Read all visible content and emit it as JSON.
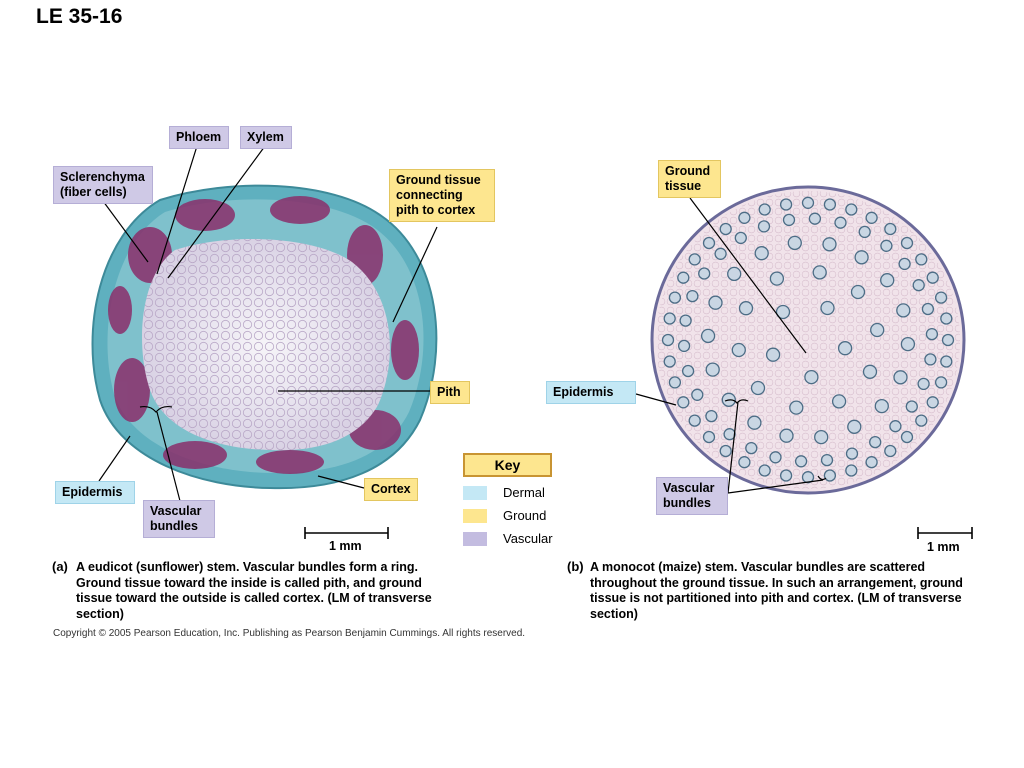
{
  "figure_title": "LE 35-16",
  "eudicot": {
    "labels": {
      "phloem": "Phloem",
      "xylem": "Xylem",
      "sclerenchyma": "Sclerenchyma (fiber cells)",
      "ground_tissue": "Ground tissue connecting pith to cortex",
      "pith": "Pith",
      "epidermis": "Epidermis",
      "vascular_bundles": "Vascular bundles",
      "cortex": "Cortex"
    },
    "scale": "1 mm",
    "caption_tag": "(a)",
    "caption": "A eudicot (sunflower) stem. Vascular bundles form a ring. Ground tissue toward the inside is called pith, and ground tissue toward the outside is called cortex. (LM of transverse section)"
  },
  "monocot": {
    "labels": {
      "ground_tissue": "Ground tissue",
      "epidermis": "Epidermis",
      "vascular_bundles": "Vascular bundles"
    },
    "scale": "1 mm",
    "caption_tag": "(b)",
    "caption": "A monocot (maize) stem. Vascular bundles are scattered throughout the ground tissue. In such an arrangement, ground tissue is not partitioned into pith and cortex. (LM of transverse section)"
  },
  "key": {
    "title": "Key",
    "items": [
      {
        "label": "Dermal",
        "color": "#c4e8f5"
      },
      {
        "label": "Ground",
        "color": "#fde68f"
      },
      {
        "label": "Vascular",
        "color": "#c3bce0"
      }
    ]
  },
  "copyright": "Copyright © 2005 Pearson Education, Inc. Publishing as Pearson Benjamin Cummings. All rights reserved.",
  "colors": {
    "dermal": "#c4e8f5",
    "ground": "#fde68f",
    "vascular": "#cfc9e6",
    "stain_teal": "#4fa9b8",
    "stain_magenta": "#8a2f6b",
    "monocot_fill": "#f1e3ea"
  }
}
